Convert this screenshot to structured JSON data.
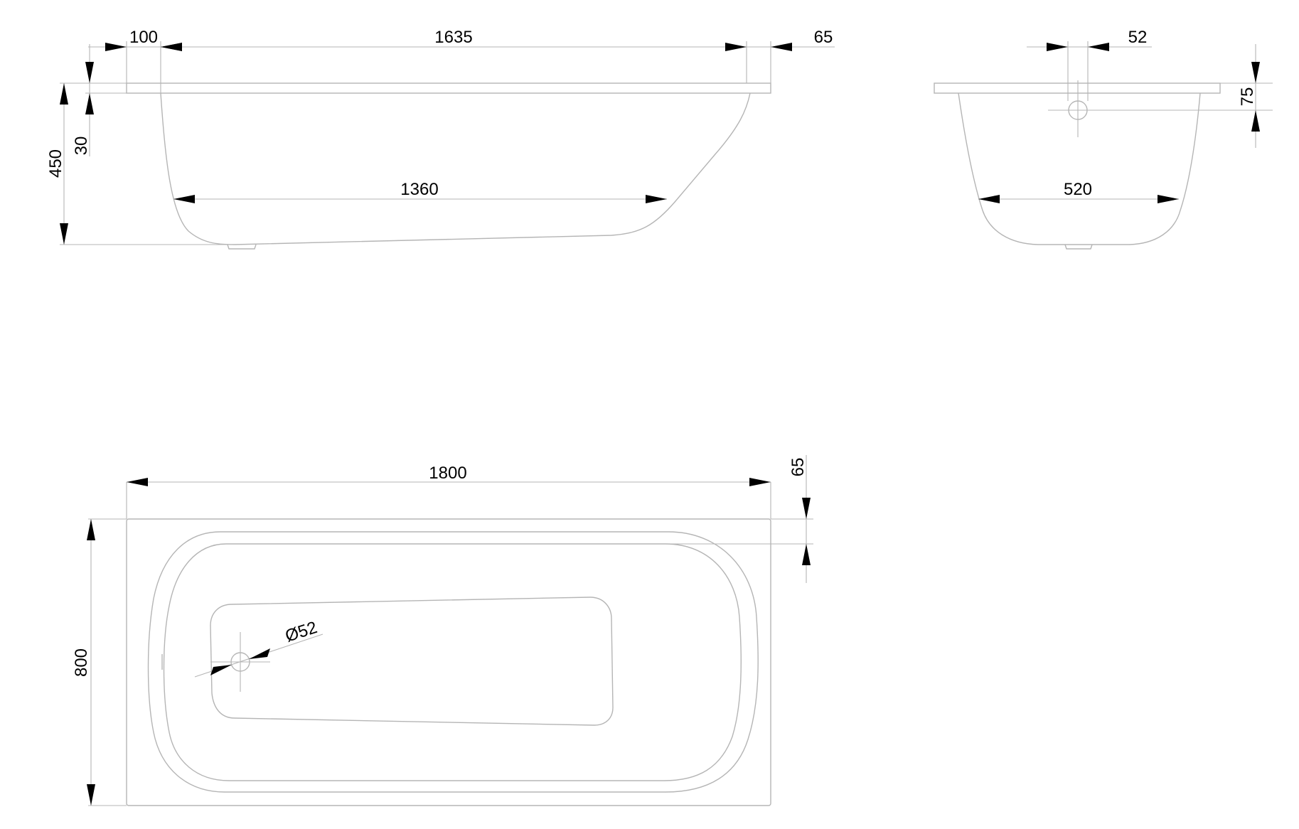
{
  "dimensions": {
    "side_view": {
      "rim_left": "100",
      "length_top": "1635",
      "rim_right": "65",
      "rim_thickness": "30",
      "total_height": "450",
      "bottom_length": "1360"
    },
    "end_view": {
      "waste_offset": "52",
      "waste_height": "75",
      "bottom_width": "520"
    },
    "plan_view": {
      "overall_length": "1800",
      "overall_width": "800",
      "rim_width": "65",
      "waste_diameter": "Ø52"
    }
  }
}
